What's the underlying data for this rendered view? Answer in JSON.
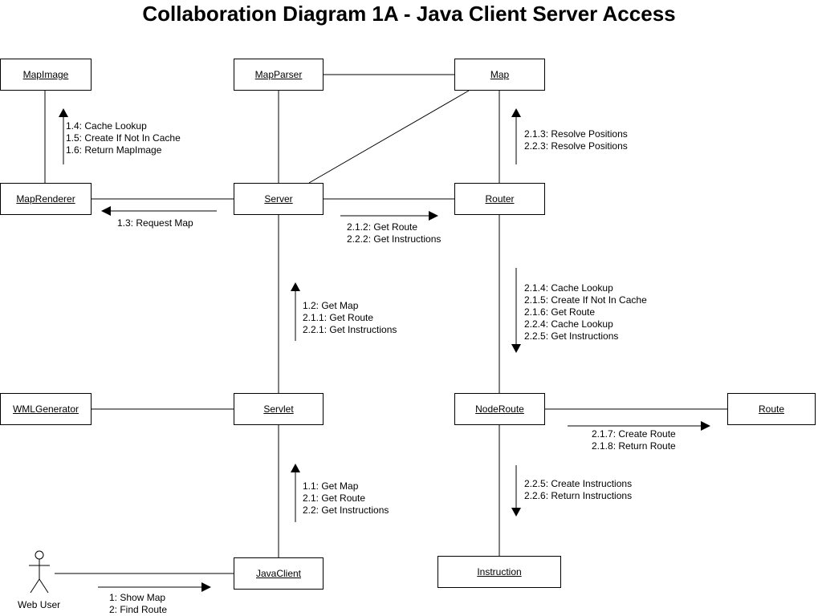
{
  "title": "Collaboration Diagram 1A - Java Client Server Access",
  "objects": {
    "mapimage": "MapImage",
    "mapparser": "MapParser",
    "map": "Map",
    "maprenderer": "MapRenderer",
    "server": "Server",
    "router": "Router",
    "wmlgenerator": "WMLGenerator",
    "servlet": "Servlet",
    "noderoute": "NodeRoute",
    "route": "Route",
    "javaclient": "JavaClient",
    "instruction": "Instruction"
  },
  "actor": {
    "label": "Web User"
  },
  "messages": {
    "mapimage": [
      "1.4: Cache Lookup",
      "1.5: Create If Not In Cache",
      "1.6: Return MapImage"
    ],
    "request_map": [
      "1.3: Request Map"
    ],
    "map_resolve": [
      "2.1.3: Resolve Positions",
      "2.2.3: Resolve Positions"
    ],
    "server_router": [
      "2.1.2: Get Route",
      "2.2.2: Get Instructions"
    ],
    "servlet_server": [
      "1.2: Get Map",
      "2.1.1: Get Route",
      "2.2.1: Get Instructions"
    ],
    "router_noderoute": [
      "2.1.4: Cache Lookup",
      "2.1.5: Create If Not In Cache",
      "2.1.6: Get Route",
      "2.2.4: Cache Lookup",
      "2.2.5: Get Instructions"
    ],
    "noderoute_route": [
      "2.1.7: Create Route",
      "2.1.8: Return Route"
    ],
    "javaclient_servlet": [
      "1.1: Get Map",
      "2.1: Get Route",
      "2.2: Get Instructions"
    ],
    "noderoute_instruction": [
      "2.2.5: Create Instructions",
      "2.2.6: Return Instructions"
    ],
    "user_javaclient": [
      "1: Show Map",
      "2: Find Route"
    ]
  }
}
